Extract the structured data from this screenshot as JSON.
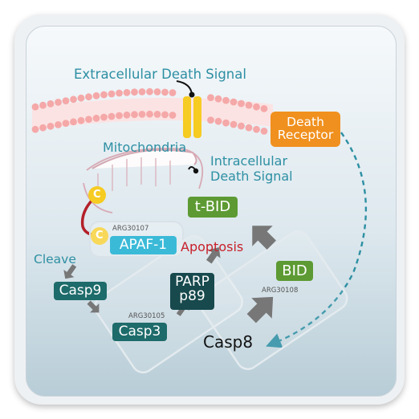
{
  "labels": {
    "extracellular_signal": "Extracellular Death Signal",
    "mitochondria": "Mitochondria",
    "intracellular_signal_line1": "Intracellular",
    "intracellular_signal_line2": "Death Signal",
    "apoptosis": "Apoptosis",
    "cleave": "Cleave"
  },
  "nodes": {
    "death_receptor_line1": "Death",
    "death_receptor_line2": "Receptor",
    "tbid": "t-BID",
    "apaf1": "APAF-1",
    "casp9": "Casp9",
    "casp3": "Casp3",
    "parp_line1": "PARP",
    "parp_line2": "p89",
    "bid": "BID",
    "casp8": "Casp8",
    "cytc_a": "C",
    "cytc_b": "C"
  },
  "catalog": {
    "apaf1": "ARG30107",
    "casp3": "ARG30105",
    "casp8": "ARG30108"
  },
  "colors": {
    "teal_text": "#2d8fa3",
    "green_box": "#5d9a33",
    "dark_teal_box": "#1e6b6b",
    "cyan_box": "#3bbad8",
    "orange_box": "#f0901e",
    "cytc_yellow": "#f6cb22",
    "apoptosis_red": "#c8202a",
    "membrane_pink": "#f5a8a8",
    "arrow_grey": "#777777"
  }
}
